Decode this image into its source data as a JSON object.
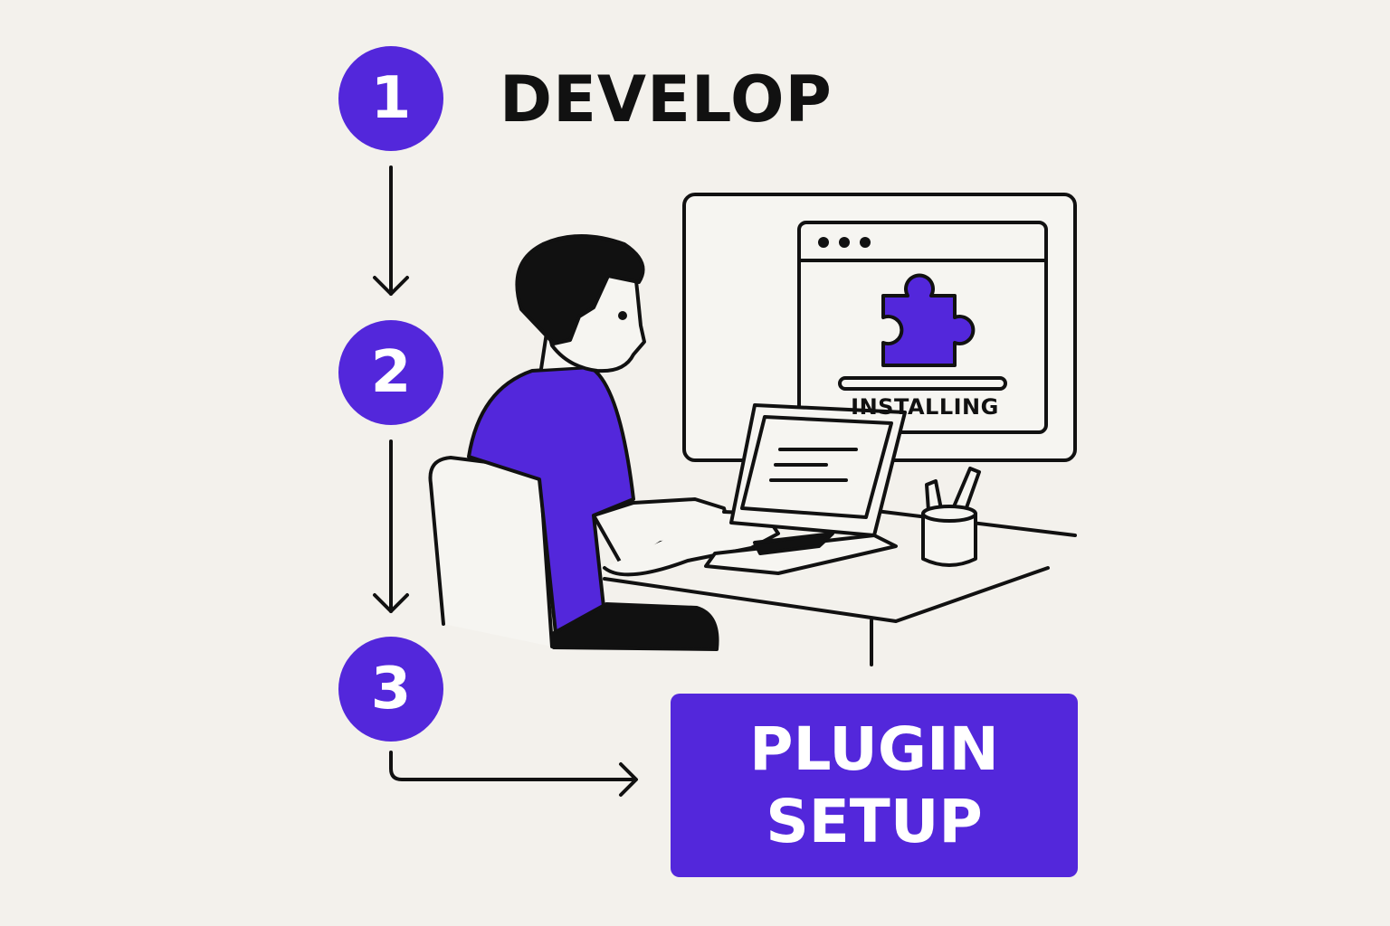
{
  "steps": [
    {
      "number": "1"
    },
    {
      "number": "2"
    },
    {
      "number": "3"
    }
  ],
  "heading": "DEVELOP",
  "monitor": {
    "status_label": "INSTALLING"
  },
  "result_box": {
    "line1": "PLUGIN",
    "line2": "SETUP"
  },
  "colors": {
    "accent": "#5327db",
    "ink": "#111111",
    "background": "#f3f1ec"
  },
  "icons": [
    "puzzle-piece-icon",
    "arrow-down-icon",
    "arrow-right-icon"
  ]
}
